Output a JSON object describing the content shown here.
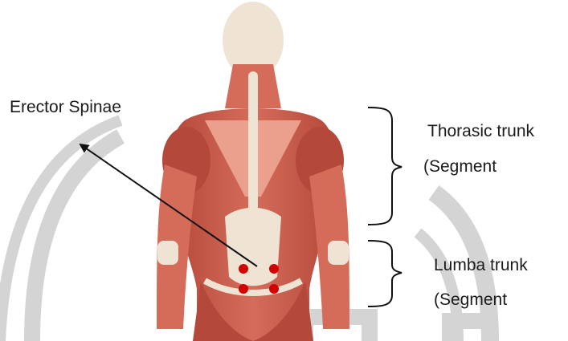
{
  "labels": {
    "erector_spinae": "Erector Spinae",
    "thoracic_line1": "Thorasic trunk",
    "thoracic_paren": "(",
    "thoracic_line2": "Segment",
    "lumbar_line1": "Lumba trunk",
    "lumbar_paren": "(",
    "lumbar_line2": "Segment"
  },
  "colors": {
    "muscle_dark": "#b4483a",
    "muscle_mid": "#d56c5a",
    "muscle_light": "#eaa08c",
    "tendon": "#efe4d4",
    "marker": "#d40000",
    "watermark": "#d4d4d4",
    "ink": "#111111"
  },
  "figure": {
    "subject": "human back muscles, posterior view",
    "markers": 4
  }
}
